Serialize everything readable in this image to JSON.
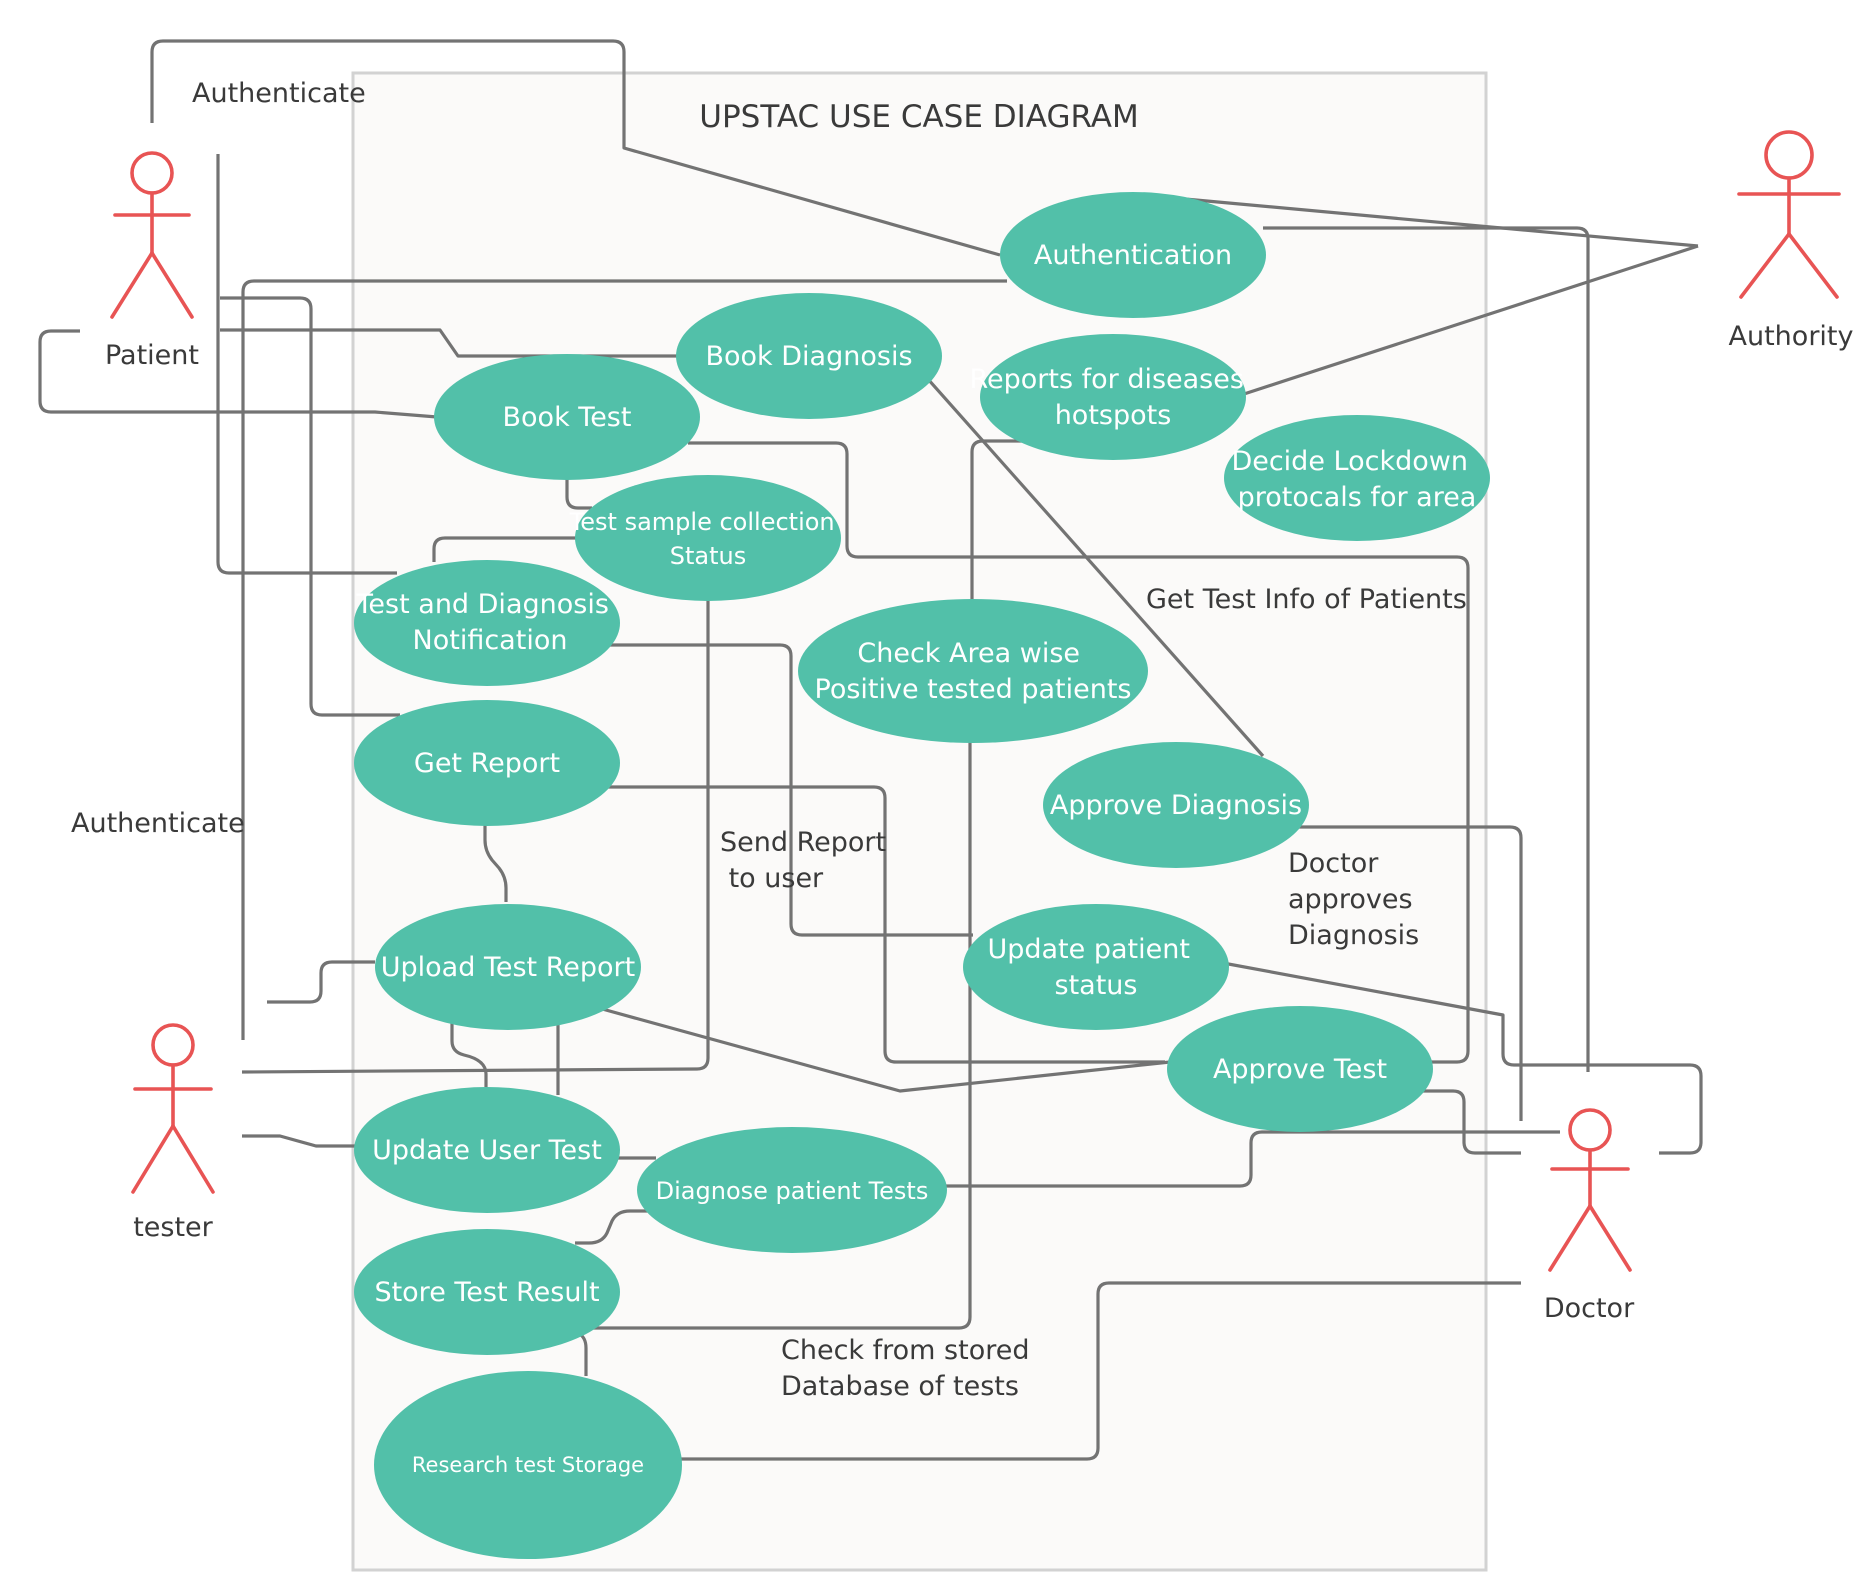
{
  "system": {
    "title": "UPSTAC USE CASE DIAGRAM"
  },
  "actors": {
    "patient": "Patient",
    "authority": "Authority",
    "tester": "tester",
    "doctor": "Doctor"
  },
  "use_cases": {
    "authentication": [
      "Authentication"
    ],
    "book_diagnosis": [
      "Book Diagnosis"
    ],
    "reports_hotspots": [
      "Reports for diseases",
      "hotspots"
    ],
    "book_test": [
      "Book Test"
    ],
    "decide_lockdown": [
      "Decide Lockdown",
      "protocals for area"
    ],
    "test_sample_status": [
      "Test sample collection",
      "Status"
    ],
    "test_diag_notification": [
      "Test and Diagnosis",
      "Notification"
    ],
    "check_area_wise": [
      "Check Area wise",
      "Positive tested patients"
    ],
    "get_report": [
      "Get Report"
    ],
    "approve_diagnosis": [
      "Approve Diagnosis"
    ],
    "upload_test_report": [
      "Upload Test Report"
    ],
    "update_patient_status": [
      "Update patient",
      "status"
    ],
    "approve_test": [
      "Approve Test"
    ],
    "update_user_test": [
      "Update User Test"
    ],
    "diagnose_patient_tests": [
      "Diagnose patient Tests"
    ],
    "store_test_result": [
      "Store Test Result"
    ],
    "research_test_storage": [
      "Research test Storage"
    ]
  },
  "annotations": {
    "authenticate_top": [
      "Authenticate"
    ],
    "authenticate_left": [
      "Authenticate"
    ],
    "get_test_info": [
      "Get Test Info of Patients"
    ],
    "send_report": [
      "Send Report",
      " to user"
    ],
    "doctor_approves": [
      "Doctor",
      "approves",
      "Diagnosis"
    ],
    "check_stored": [
      "Check from stored",
      "Database of tests"
    ]
  },
  "colors": {
    "use_case_fill": "#52c0a9",
    "actor_stroke": "#e85454",
    "connector": "#737373",
    "system_border": "#d2d2d2",
    "system_fill": "#fbfaf9"
  }
}
